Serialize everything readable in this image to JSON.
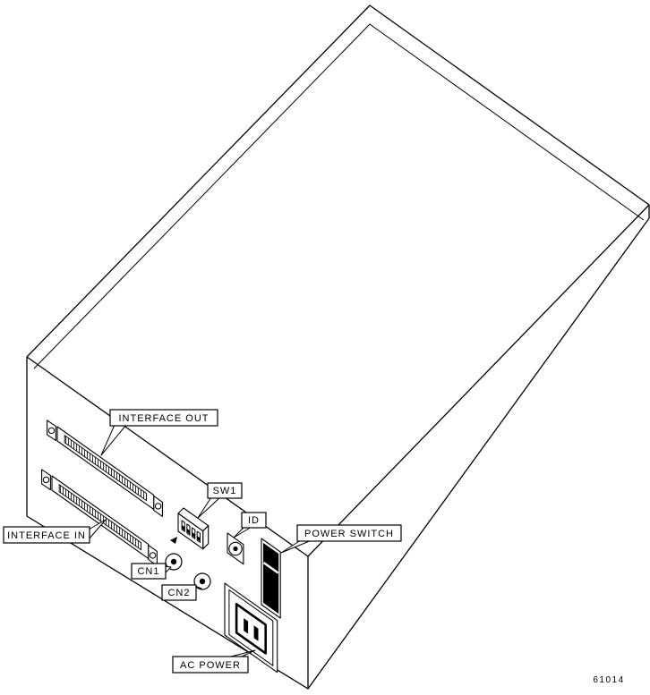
{
  "figure_number": "61014",
  "colors": {
    "line": "#000000",
    "background": "#ffffff",
    "switch_fill": "#000000"
  },
  "callouts": {
    "interface_out": "INTERFACE OUT",
    "sw1": "SW1",
    "id": "ID",
    "power_switch": "POWER SWITCH",
    "interface_in": "INTERFACE IN",
    "cn1": "CN1",
    "cn2": "CN2",
    "ac_power": "AC POWER"
  }
}
